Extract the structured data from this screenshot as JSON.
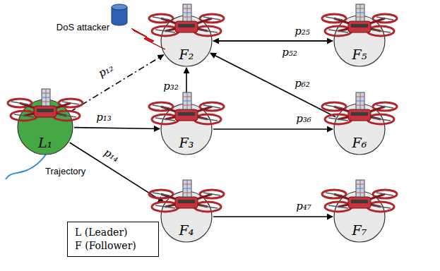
{
  "diagram": {
    "nodes": [
      {
        "text": [
          "F₂"
        ]
      },
      {
        "text": [
          "F₅"
        ]
      },
      {
        "text": [
          "L₁"
        ]
      },
      {
        "text": [
          "F₃"
        ]
      },
      {
        "text": [
          "F₆"
        ]
      },
      {
        "text": [
          "F₄"
        ]
      },
      {
        "text": [
          "F₇"
        ]
      }
    ],
    "edges": [
      {
        "from": 2,
        "to": 0,
        "arrow": "to",
        "label": "p₁₂"
      },
      {
        "from": 2,
        "to": 3,
        "arrow": "to",
        "label": "p₁₃"
      },
      {
        "from": 2,
        "to": 5,
        "arrow": "to",
        "label": "p₁₄"
      },
      {
        "from": 3,
        "to": 0,
        "arrow": "to",
        "label": "p₃₂"
      },
      {
        "from": 0,
        "to": 1,
        "arrow": "to",
        "label": "p₂₅"
      },
      {
        "from": 1,
        "to": 0,
        "arrow": "to",
        "label": "p₅₂"
      },
      {
        "from": 3,
        "to": 4,
        "arrow": "to",
        "label": "p₃₆"
      },
      {
        "from": 4,
        "to": 0,
        "arrow": "to",
        "label": "p₆₂"
      },
      {
        "from": 5,
        "to": 6,
        "arrow": "to",
        "label": "p₄₇"
      }
    ],
    "labels": [
      "DoS attacker",
      "Trajectory"
    ],
    "legend": [
      {
        "text": "L (Leader)"
      },
      {
        "text": "F (Follower)"
      }
    ]
  }
}
